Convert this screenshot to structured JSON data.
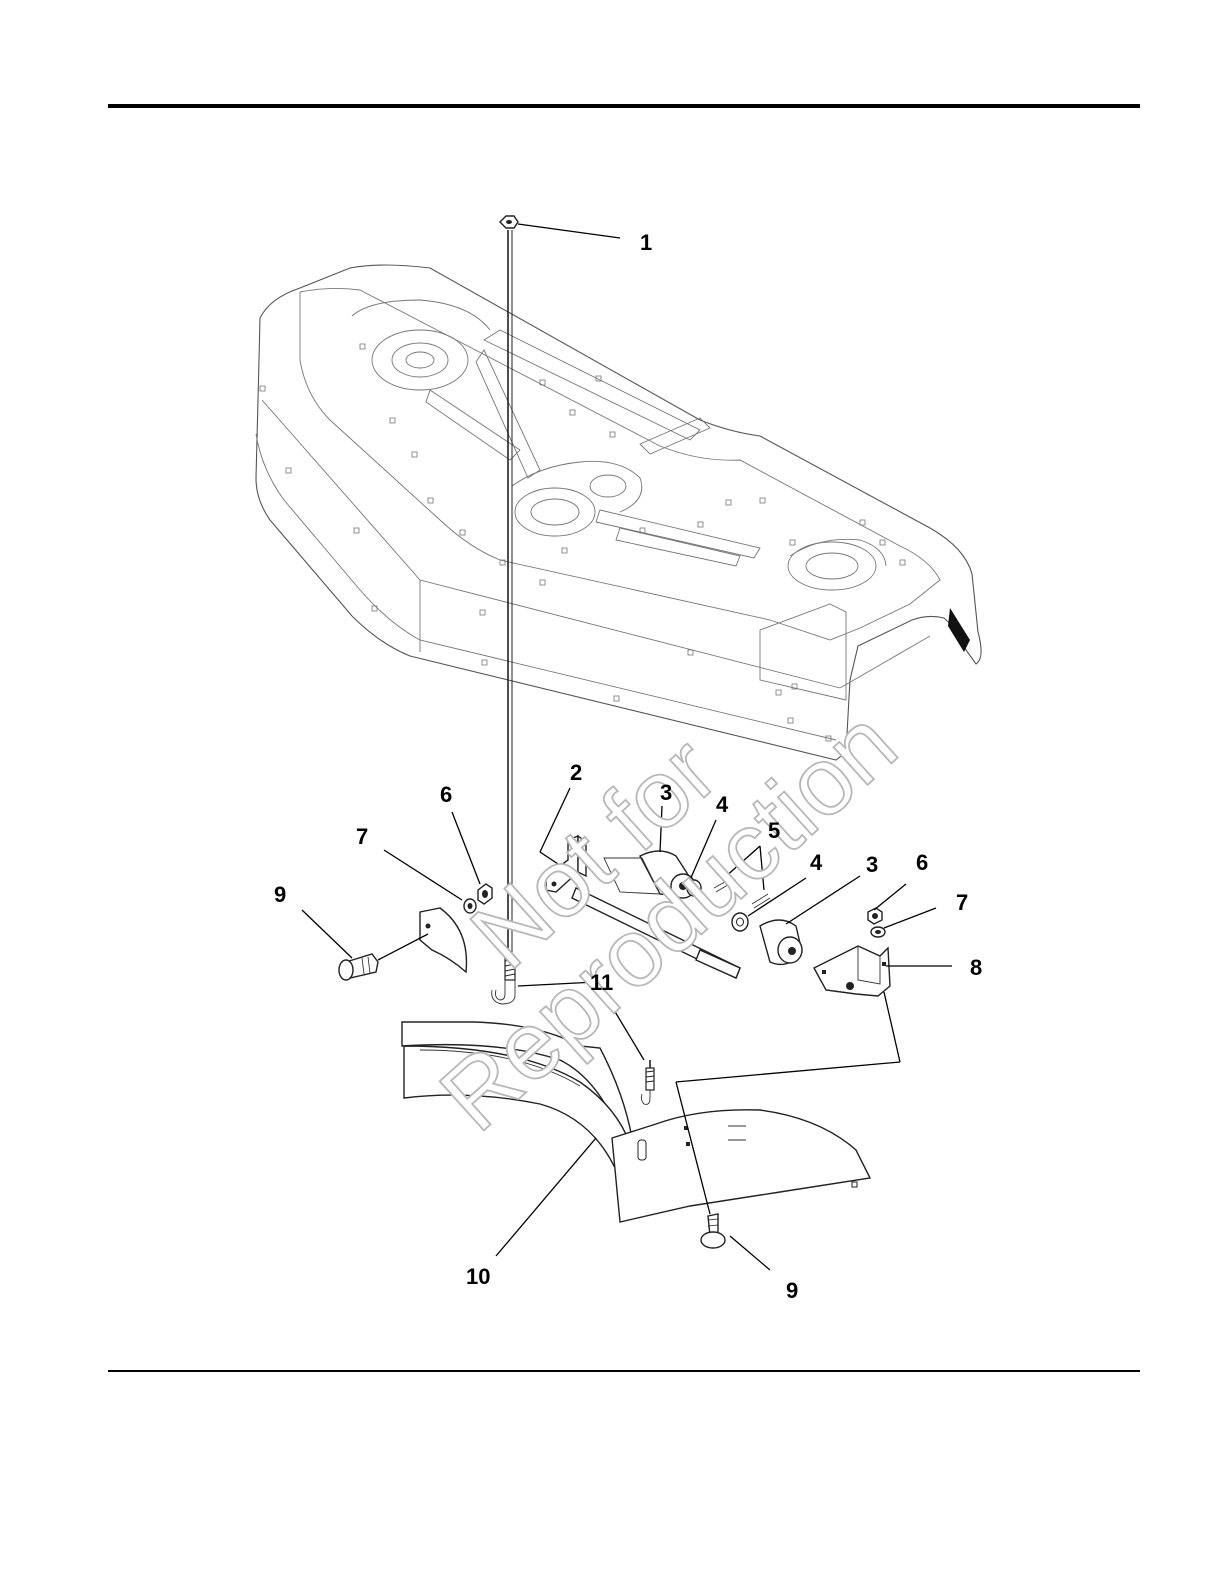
{
  "watermark": {
    "line1": "Not for",
    "line2": "Reproduction"
  },
  "callouts": {
    "c1": "1",
    "c2": "2",
    "c3a": "3",
    "c3b": "3",
    "c4a": "4",
    "c4b": "4",
    "c5": "5",
    "c6a": "6",
    "c6b": "6",
    "c7a": "7",
    "c7b": "7",
    "c8": "8",
    "c9a": "9",
    "c9b": "9",
    "c10": "10",
    "c11": "11"
  }
}
